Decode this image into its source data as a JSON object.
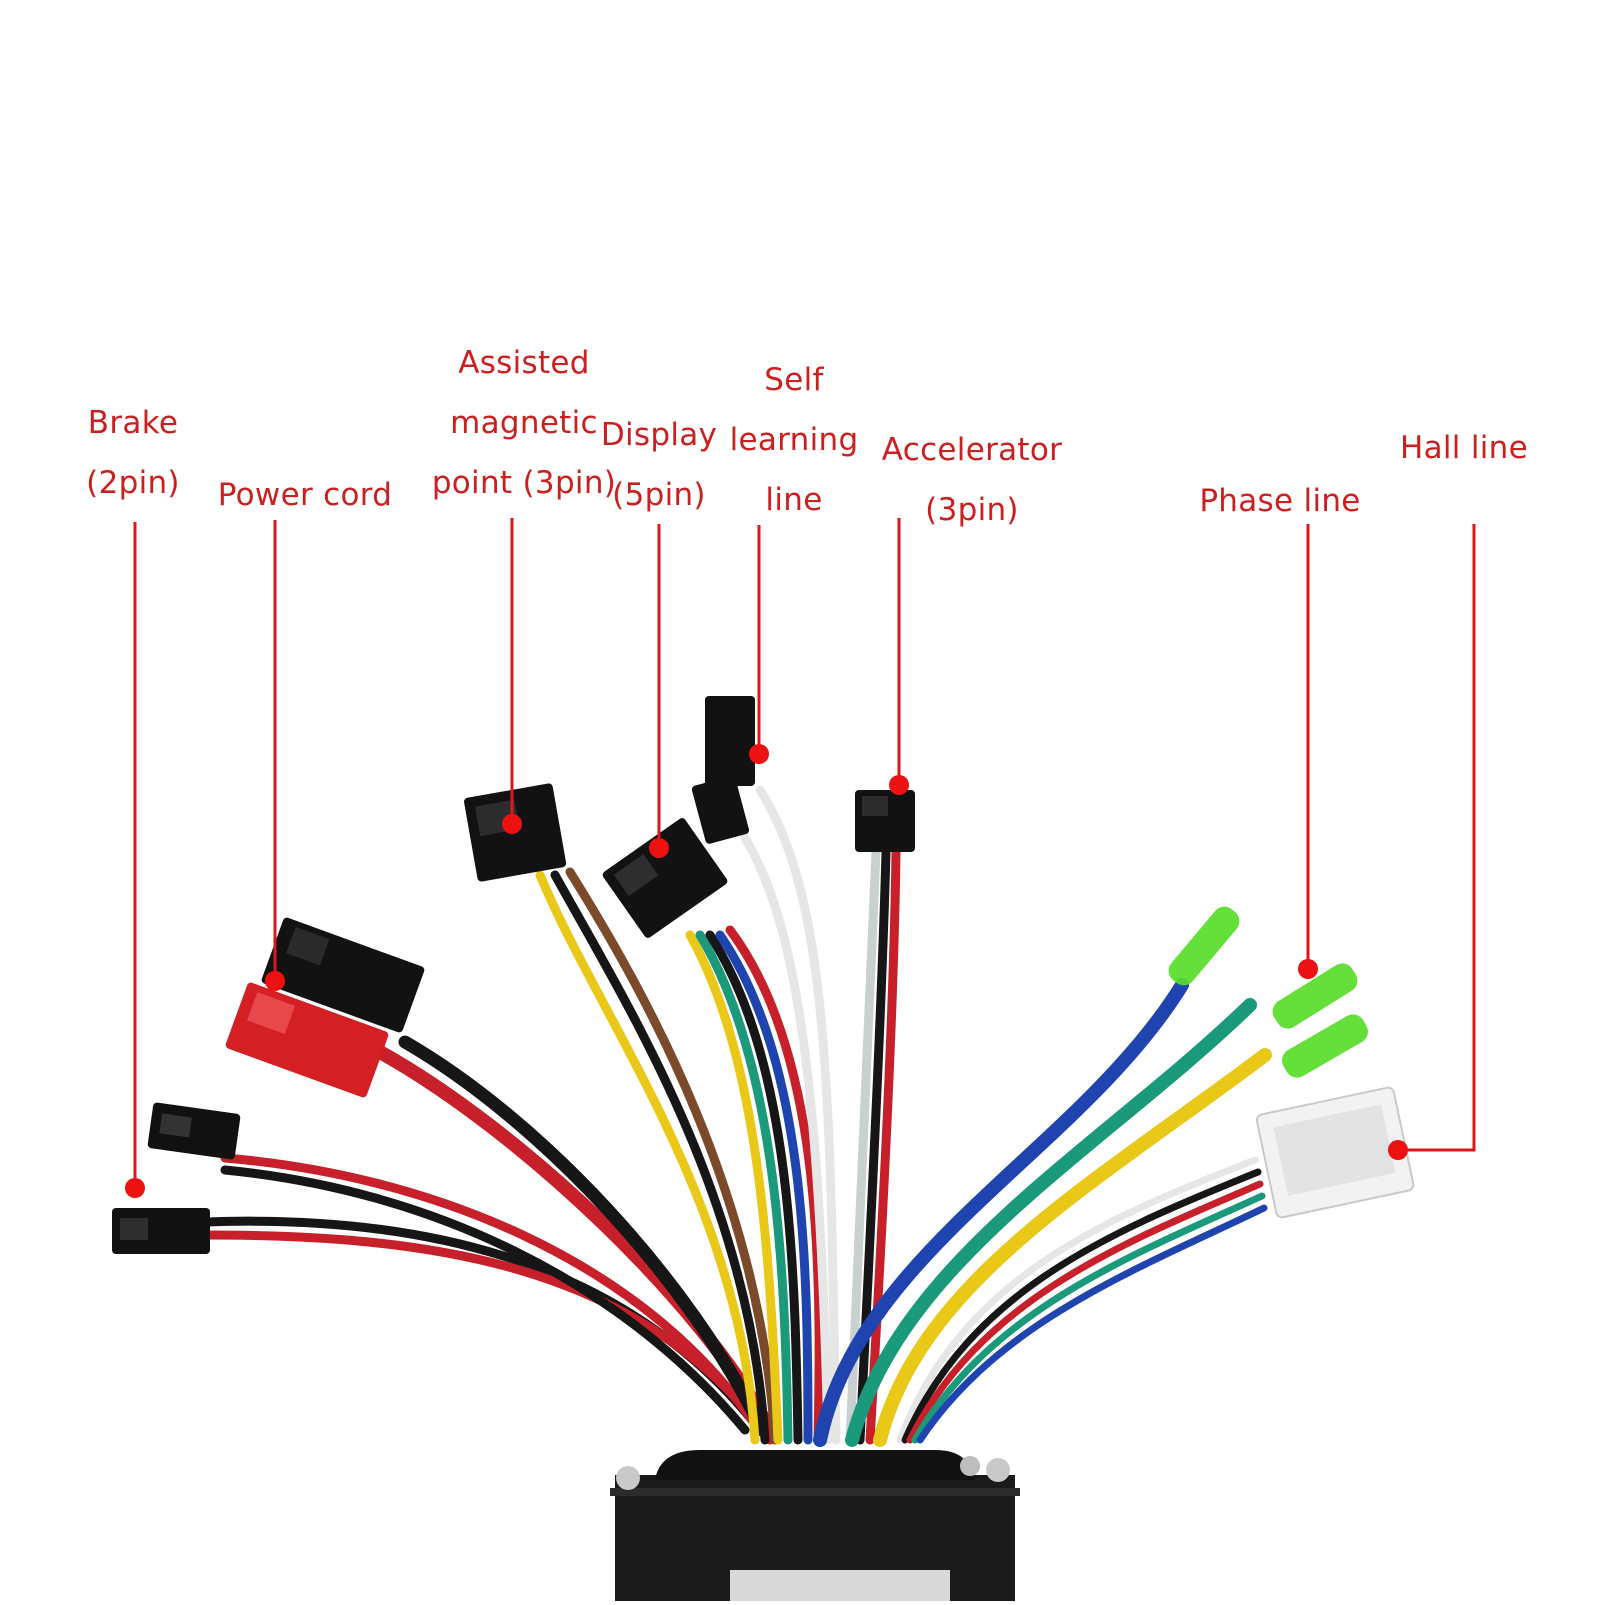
{
  "labels": {
    "brake": [
      "Brake",
      "(2pin)"
    ],
    "power_cord": [
      "Power cord"
    ],
    "assisted_magnetic": [
      "Assisted",
      "magnetic",
      "point (3pin)"
    ],
    "display": [
      "Display",
      "(5pin)"
    ],
    "self_learning": [
      "Self",
      "learning",
      "line"
    ],
    "accelerator": [
      "Accelerator",
      "(3pin)"
    ],
    "phase_line": [
      "Phase line"
    ],
    "hall_line": [
      "Hall line"
    ]
  },
  "colors": {
    "label_text": "#cc1f1f",
    "leader_line": "#e0141b",
    "dot": "#ee1111",
    "controller_body": "#1a1a1a",
    "wire_red": "#c8202a",
    "wire_black": "#161616",
    "wire_yellow": "#e9c818",
    "wire_brown": "#7a4a2a",
    "wire_blue": "#1f44b0",
    "wire_green": "#1a9a7a",
    "wire_white": "#e6e6e6",
    "green_cap": "#58dd2a",
    "red_connector": "#d42025",
    "white_connector": "#f2f2f2"
  }
}
